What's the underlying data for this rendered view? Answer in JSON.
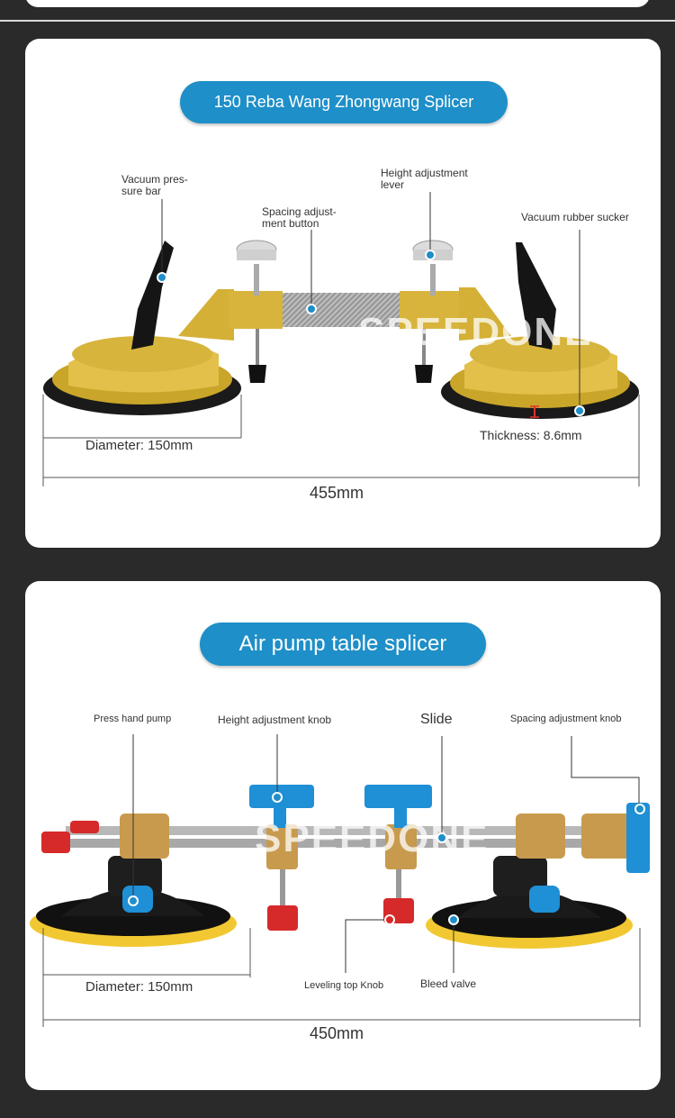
{
  "watermark": "SPEEDONE",
  "section1": {
    "title": "150 Reba Wang Zhongwang Splicer",
    "labels": {
      "vacuum_bar_1": "Vacuum pres-",
      "vacuum_bar_2": "sure bar",
      "spacing_button_1": "Spacing adjust-",
      "spacing_button_2": "ment button",
      "height_lever_1": "Height adjustment",
      "height_lever_2": "lever",
      "rubber_sucker": "Vacuum rubber sucker",
      "diameter": "Diameter: 150mm",
      "thickness": "Thickness: 8.6mm",
      "length": "455mm"
    }
  },
  "section2": {
    "title": "Air pump table splicer",
    "labels": {
      "hand_pump": "Press hand pump",
      "height_knob": "Height adjustment knob",
      "slide": "Slide",
      "spacing_knob": "Spacing adjustment knob",
      "diameter": "Diameter: 150mm",
      "leveling_knob": "Leveling top Knob",
      "bleed_valve": "Bleed valve",
      "length": "450mm"
    }
  },
  "colors": {
    "accent": "#1e8fc8",
    "gold": "#d9b43a",
    "dark": "#222222"
  }
}
